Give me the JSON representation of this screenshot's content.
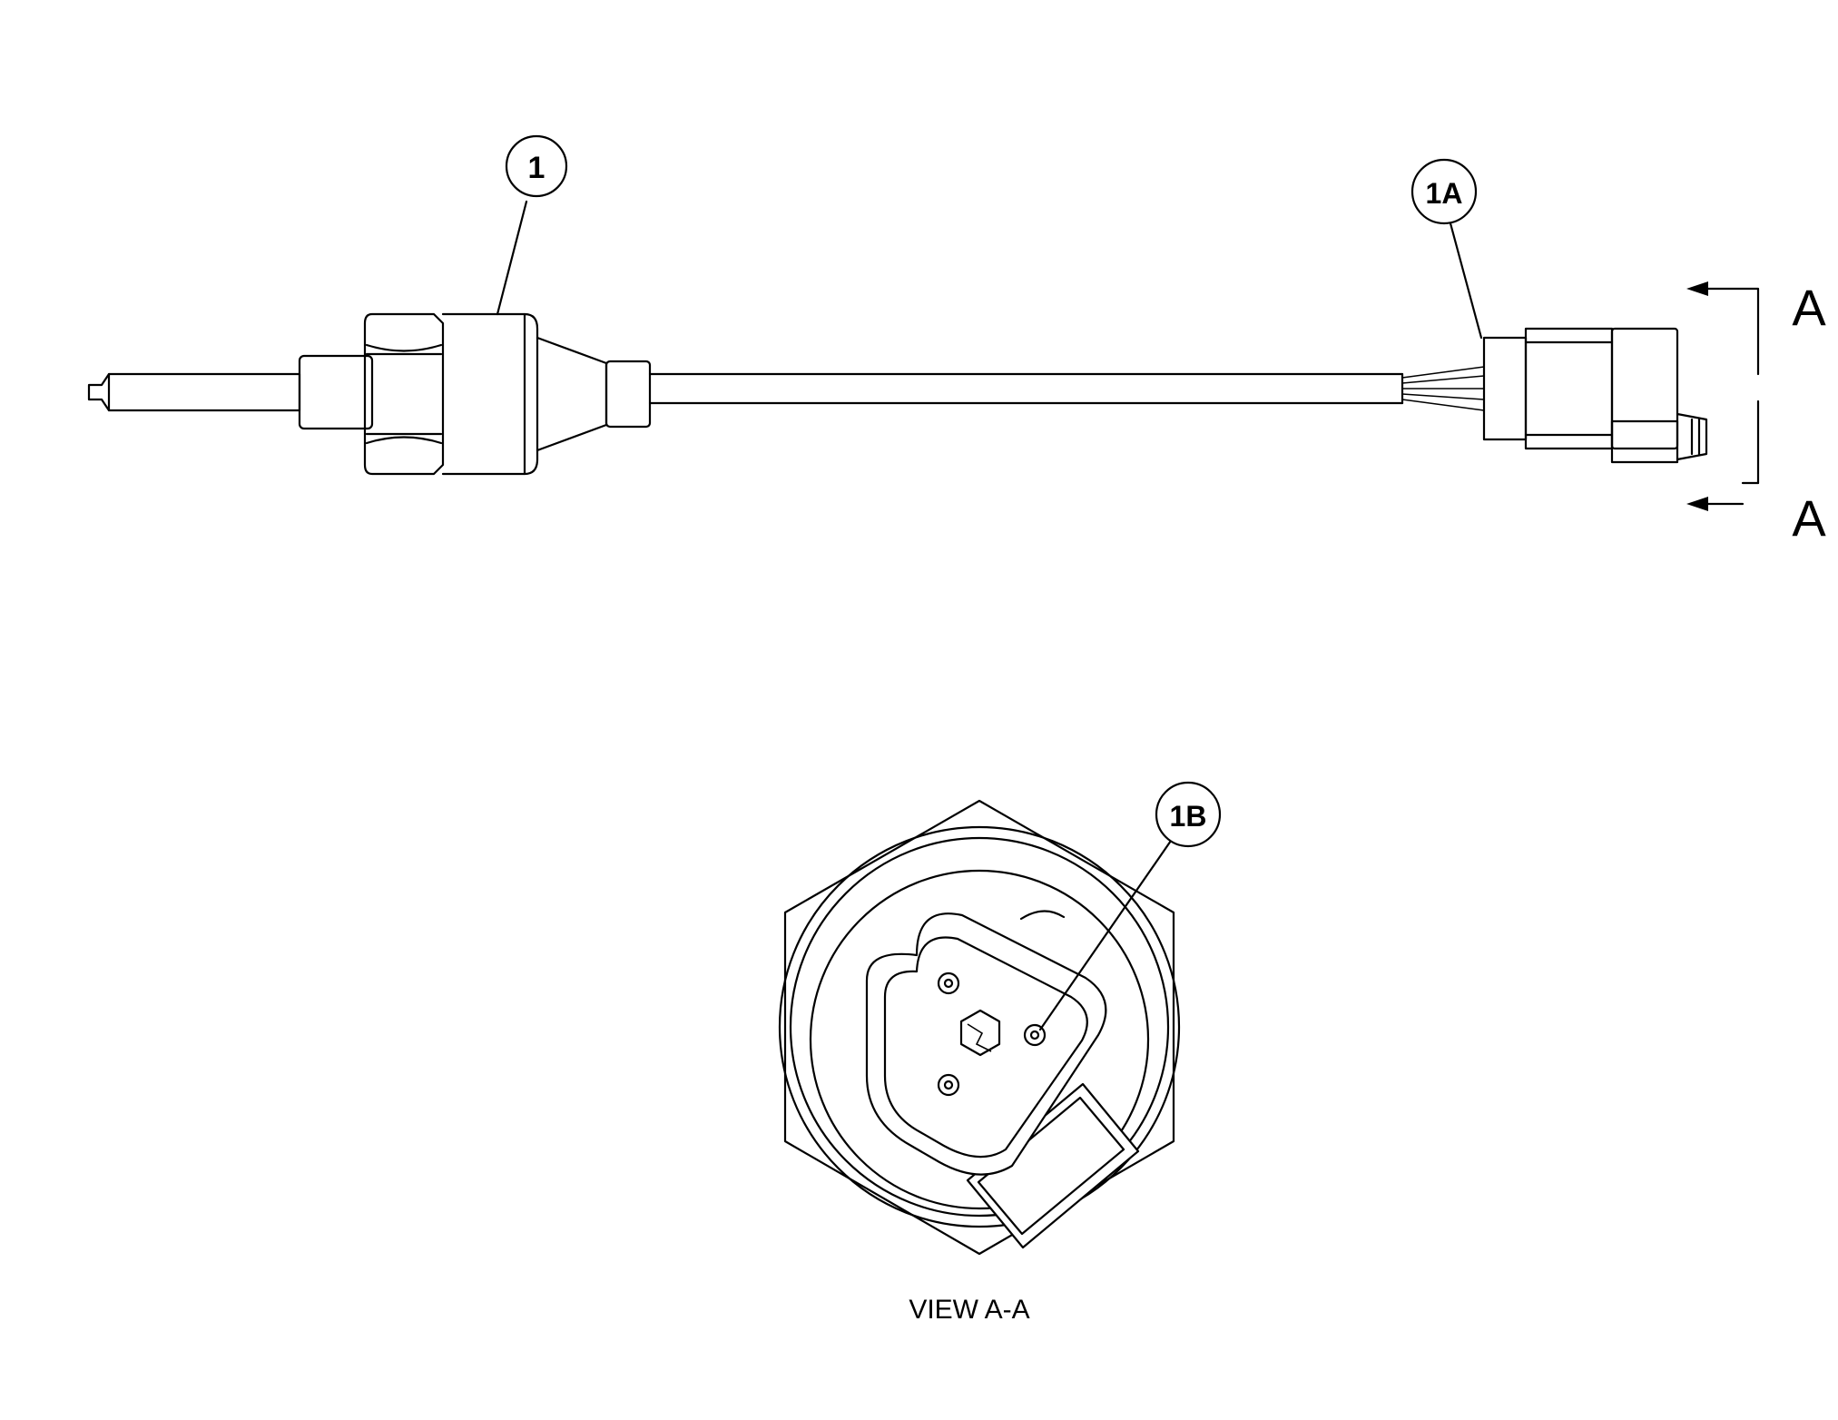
{
  "callouts": {
    "c1": "1",
    "c1a": "1A",
    "c1b": "1B"
  },
  "section_marks": {
    "top": "A",
    "bottom": "A"
  },
  "view_caption": "VIEW A-A",
  "colors": {
    "line": "#000000",
    "background": "#ffffff"
  }
}
